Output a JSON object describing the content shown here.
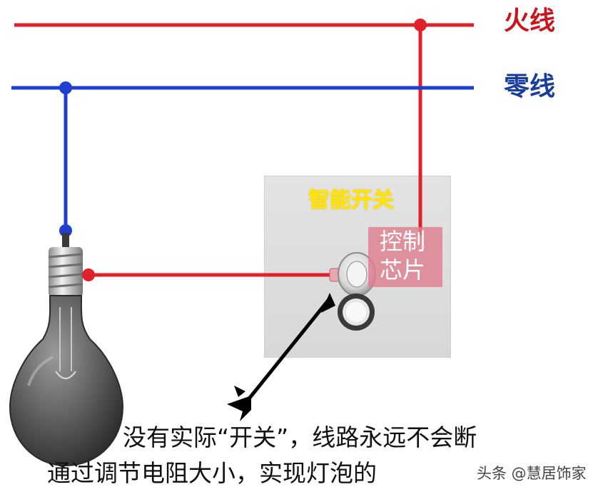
{
  "labels": {
    "live_wire": "火线",
    "neutral_wire": "零线",
    "smart_switch": "智能开关",
    "control_chip_line1": "控制",
    "control_chip_line2": "芯片"
  },
  "captions": {
    "line1": "没有实际“开关”，线路永远不会断",
    "line2": "通过调节电阻大小，实现灯泡的"
  },
  "watermark": "头条 @慧居饰家",
  "colors": {
    "live_wire": "#e0202a",
    "neutral_wire": "#1f3fd0",
    "smart_switch_text": "#ffe600",
    "chip_box": "#de808e",
    "arrow": "#000000"
  },
  "icons": {
    "bulb": "light-bulb-icon",
    "knob": "dial-knob-icon",
    "button": "round-button-icon",
    "arrow": "pointer-arrow-icon"
  }
}
